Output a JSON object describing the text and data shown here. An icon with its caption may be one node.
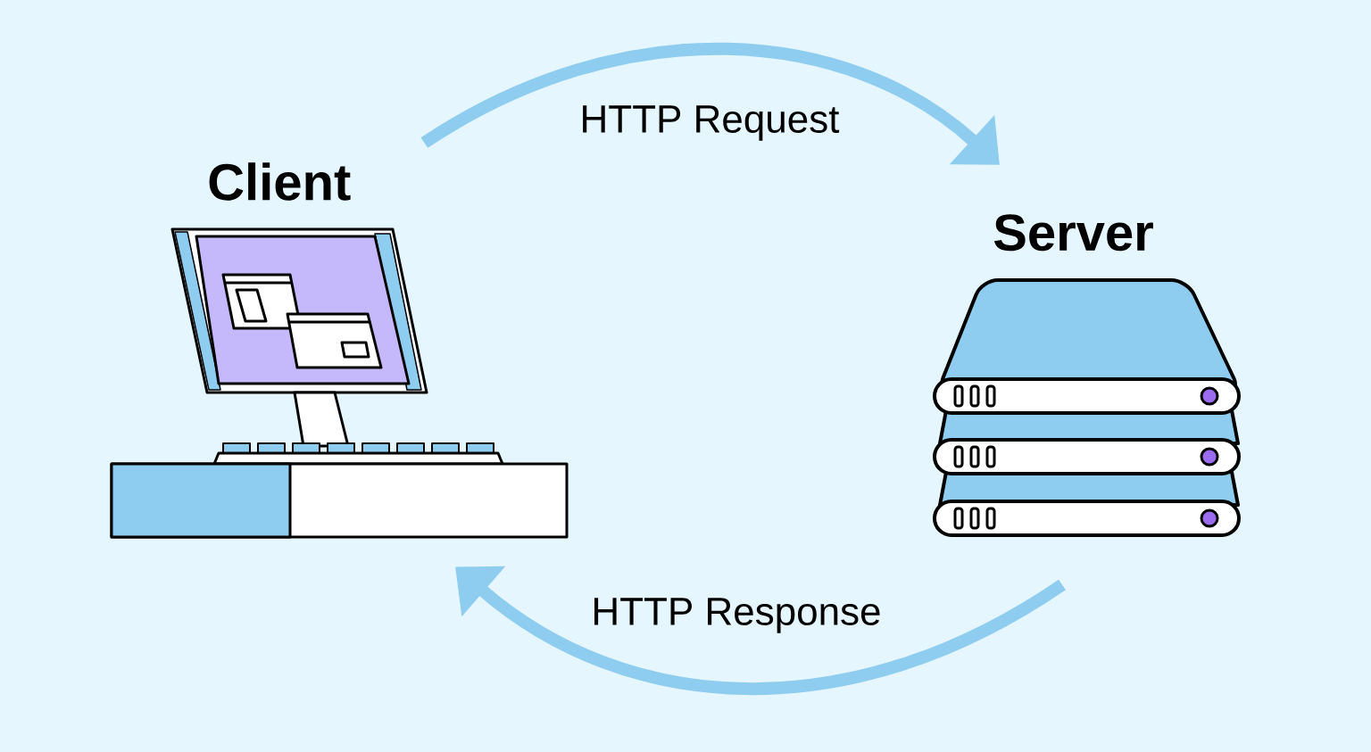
{
  "diagram": {
    "nodes": [
      {
        "text": [
          "Client"
        ]
      },
      {
        "text": [
          "Server"
        ]
      }
    ],
    "edges": [
      {
        "from": 0,
        "to": 1,
        "arrow": "to",
        "label": "HTTP Request"
      },
      {
        "from": 1,
        "to": 0,
        "arrow": "to",
        "label": "HTTP Response"
      }
    ]
  }
}
